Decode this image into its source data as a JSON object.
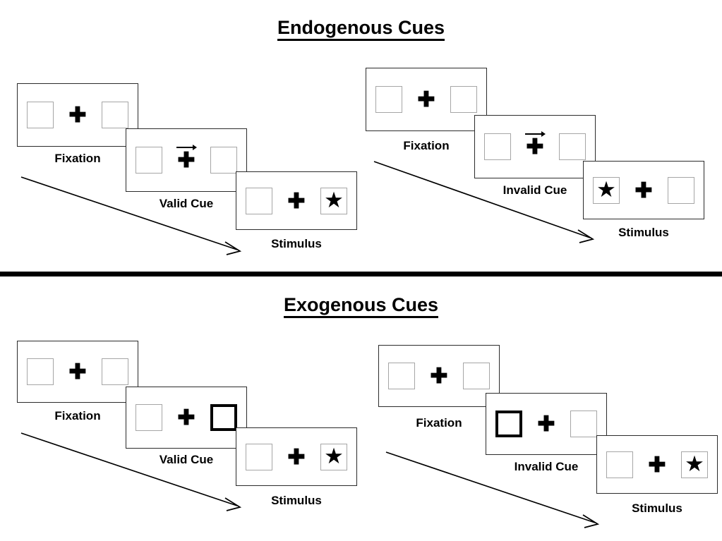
{
  "sections": [
    {
      "id": "endogenous",
      "title": "Endogenous Cues",
      "sequences": [
        {
          "id": "endogenous-valid",
          "frames": [
            {
              "label": "Fixation",
              "left_square": "empty",
              "right_square": "empty",
              "arrow": "none",
              "cued": "none"
            },
            {
              "label": "Valid Cue",
              "left_square": "empty",
              "right_square": "empty",
              "arrow": "right",
              "cued": "none"
            },
            {
              "label": "Stimulus",
              "left_square": "empty",
              "right_square": "star",
              "arrow": "none",
              "cued": "none"
            }
          ]
        },
        {
          "id": "endogenous-invalid",
          "frames": [
            {
              "label": "Fixation",
              "left_square": "empty",
              "right_square": "empty",
              "arrow": "none",
              "cued": "none"
            },
            {
              "label": "Invalid Cue",
              "left_square": "empty",
              "right_square": "empty",
              "arrow": "right",
              "cued": "none"
            },
            {
              "label": "Stimulus",
              "left_square": "star",
              "right_square": "empty",
              "arrow": "none",
              "cued": "none"
            }
          ]
        }
      ]
    },
    {
      "id": "exogenous",
      "title": "Exogenous Cues",
      "sequences": [
        {
          "id": "exogenous-valid",
          "frames": [
            {
              "label": "Fixation",
              "left_square": "empty",
              "right_square": "empty",
              "arrow": "none",
              "cued": "none"
            },
            {
              "label": "Valid Cue",
              "left_square": "empty",
              "right_square": "empty",
              "arrow": "none",
              "cued": "right"
            },
            {
              "label": "Stimulus",
              "left_square": "empty",
              "right_square": "star",
              "arrow": "none",
              "cued": "none"
            }
          ]
        },
        {
          "id": "exogenous-invalid",
          "frames": [
            {
              "label": "Fixation",
              "left_square": "empty",
              "right_square": "empty",
              "arrow": "none",
              "cued": "none"
            },
            {
              "label": "Invalid Cue",
              "left_square": "empty",
              "right_square": "empty",
              "arrow": "none",
              "cued": "left"
            },
            {
              "label": "Stimulus",
              "left_square": "empty",
              "right_square": "star",
              "arrow": "none",
              "cued": "none"
            }
          ]
        }
      ]
    }
  ],
  "glyphs": {
    "fixation_cross": "✚",
    "star": "★"
  },
  "colors": {
    "frame_border": "#2b2b2b",
    "square_border": "#a6a6a6",
    "cued_square_border": "#000000",
    "divider": "#000000",
    "text": "#000000"
  }
}
